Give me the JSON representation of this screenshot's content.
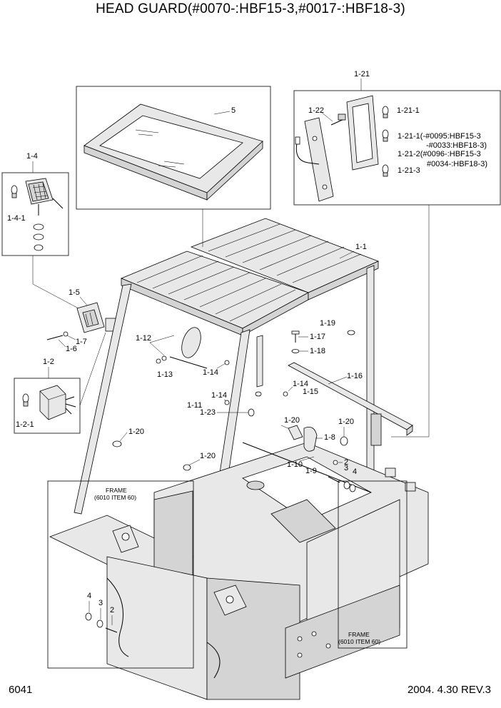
{
  "title": "HEAD GUARD(#0070-:HBF15-3,#0017-:HBF18-3)",
  "page_number": "6041",
  "revision": "2004. 4.30 REV.3",
  "callouts": {
    "c5": "5",
    "c1_21": "1-21",
    "c1_22": "1-22",
    "c1_21_1": "1-21-1",
    "c1_21_1b": "1-21-1(-#0095:HBF15-3",
    "c1_21_1c": "-#0033:HBF18-3)",
    "c1_21_2": "1-21-2(#0096-:HBF15-3",
    "c1_21_2b": "#0034-:HBF18-3)",
    "c1_21_3": "1-21-3",
    "c1_4": "1-4",
    "c1_4_1": "1-4-1",
    "c1_1": "1-1",
    "c1_5": "1-5",
    "c1_6": "1-6",
    "c1_7": "1-7",
    "c1_2": "1-2",
    "c1_2_1": "1-2-1",
    "c1_12": "1-12",
    "c1_13": "1-13",
    "c1_14a": "1-14",
    "c1_14b": "1-14",
    "c1_14c": "1-14",
    "c1_19": "1-19",
    "c1_17": "1-17",
    "c1_18": "1-18",
    "c1_16": "1-16",
    "c1_15": "1-15",
    "c1_11": "1-11",
    "c1_23": "1-23",
    "c1_20a": "1-20",
    "c1_20b": "1-20",
    "c1_20c": "1-20",
    "c1_20d": "1-20",
    "c1_8": "1-8",
    "c1_10": "1-10",
    "c1_9": "1-9",
    "c2a": "2",
    "c3a": "3",
    "c4a": "4",
    "c2b": "2",
    "c3b": "3",
    "c4b": "4"
  },
  "frame_notes": {
    "left_line1": "FRAME",
    "left_line2": "(6010 ITEM 60)",
    "right_line1": "FRAME",
    "right_line2": "(6010 ITEM 60)"
  }
}
